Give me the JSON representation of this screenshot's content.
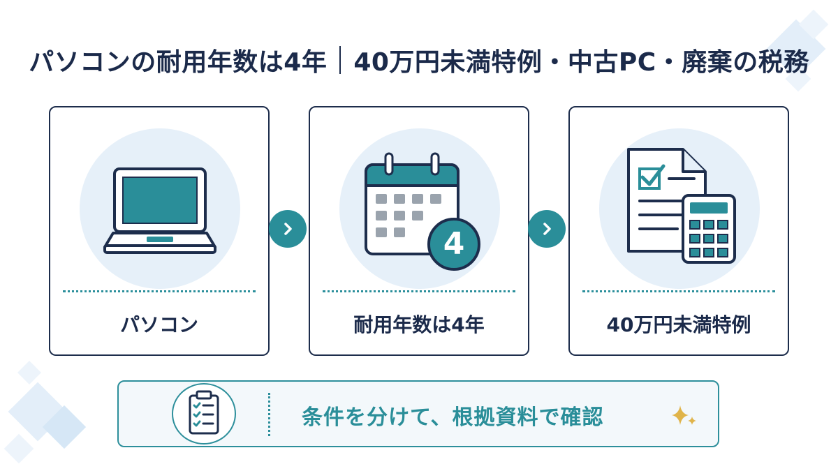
{
  "header": {
    "title_main": "パソコンの耐用年数は4年",
    "title_sub": "40万円未満特例・中古PC・廃棄の税務"
  },
  "cards": [
    {
      "label": "パソコン",
      "icon": "laptop-icon"
    },
    {
      "label": "耐用年数は4年",
      "icon": "calendar-icon",
      "badge_number": "4"
    },
    {
      "label": "40万円未満特例",
      "icon": "document-calculator-icon"
    }
  ],
  "banner": {
    "message": "条件を分けて、根拠資料で確認",
    "icon": "clipboard-checklist-icon",
    "accent_icon": "sparkle-icon"
  },
  "colors": {
    "navy": "#1b2a4a",
    "teal": "#2a8e99",
    "light_blue": "#e6f0f9",
    "gold": "#e0b44a"
  }
}
